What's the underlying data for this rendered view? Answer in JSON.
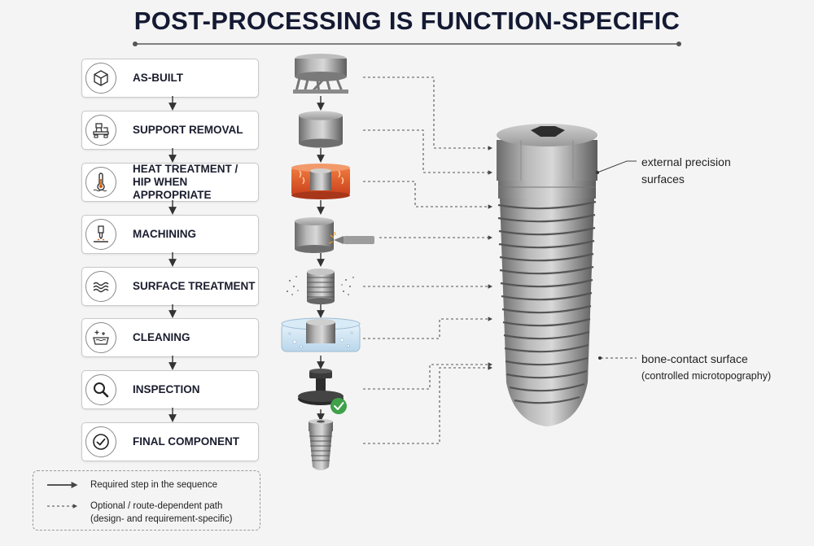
{
  "title": "POST-PROCESSING IS FUNCTION-SPECIFIC",
  "steps": [
    {
      "label": "AS-BUILT",
      "icon": "cube-icon"
    },
    {
      "label": "SUPPORT REMOVAL",
      "icon": "support-structure-icon"
    },
    {
      "label_line1": "HEAT TREATMENT /",
      "label_line2": "HIP WHEN APPROPRIATE",
      "icon": "thermometer-icon"
    },
    {
      "label": "MACHINING",
      "icon": "machining-tool-icon"
    },
    {
      "label": "SURFACE TREATMENT",
      "icon": "surface-layers-icon"
    },
    {
      "label": "CLEANING",
      "icon": "cleaning-basin-icon"
    },
    {
      "label": "INSPECTION",
      "icon": "magnifier-icon"
    },
    {
      "label": "FINAL COMPONENT",
      "icon": "check-circle-icon"
    }
  ],
  "legend": {
    "solid_label": "Required step in the sequence",
    "dashed_label_line1": "Optional / route-dependent path",
    "dashed_label_line2": "(design- and requirement-specific)"
  },
  "annotations": {
    "external_line1": "external precision",
    "external_line2": "surfaces",
    "bone_line1": "bone-contact surface",
    "bone_line2": "(controlled microtopography)"
  }
}
